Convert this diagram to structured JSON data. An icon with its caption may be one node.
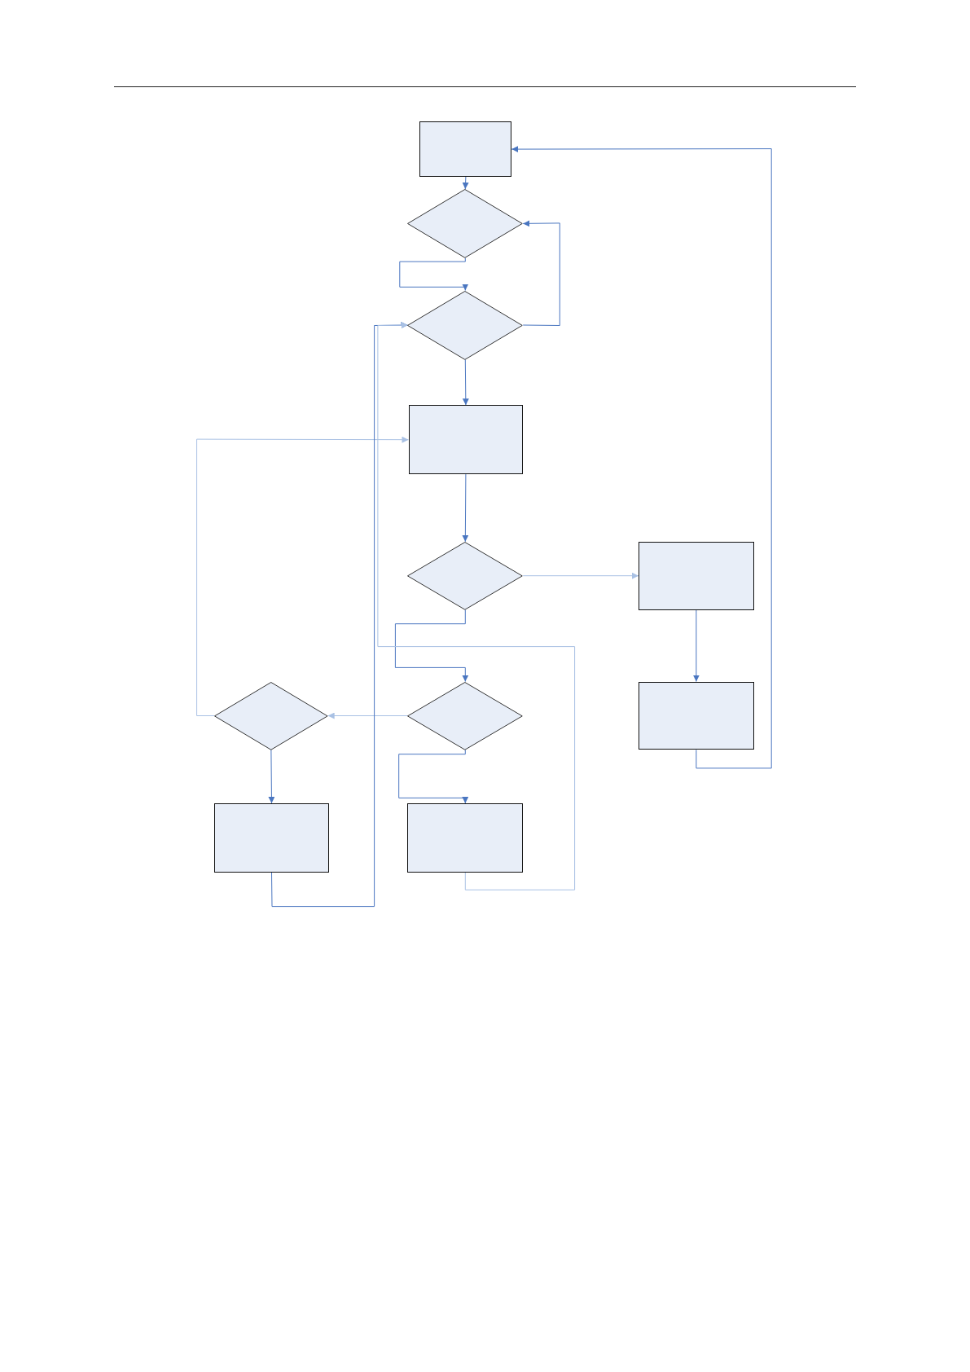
{
  "diagram": {
    "nodes": [
      {
        "text": [],
        "shape": "box"
      },
      {
        "text": [],
        "shape": "diamond"
      },
      {
        "text": [],
        "shape": "diamond"
      },
      {
        "text": [],
        "shape": "box"
      },
      {
        "text": [],
        "shape": "diamond"
      },
      {
        "text": [],
        "shape": "box"
      },
      {
        "text": [],
        "shape": "diamond"
      },
      {
        "text": [],
        "shape": "diamond"
      },
      {
        "text": [],
        "shape": "box"
      },
      {
        "text": [],
        "shape": "box"
      },
      {
        "text": [],
        "shape": "box"
      }
    ],
    "edges": [
      {
        "from": 0,
        "to": 1,
        "arrow": "to"
      },
      {
        "from": 1,
        "to": 2,
        "arrow": "to"
      },
      {
        "from": 2,
        "to": 1,
        "arrow": "to"
      },
      {
        "from": 2,
        "to": 3,
        "arrow": "to"
      },
      {
        "from": 3,
        "to": 4,
        "arrow": "to"
      },
      {
        "from": 4,
        "to": 5,
        "arrow": "to",
        "color": "#a9c1e4"
      },
      {
        "from": 5,
        "to": 8,
        "arrow": "to"
      },
      {
        "from": 8,
        "to": 0,
        "arrow": "to"
      },
      {
        "from": 4,
        "to": 7,
        "arrow": "to"
      },
      {
        "from": 7,
        "to": 6,
        "arrow": "to",
        "color": "#a9c1e4"
      },
      {
        "from": 6,
        "to": 3,
        "arrow": "to",
        "color": "#a9c1e4"
      },
      {
        "from": 6,
        "to": 9,
        "arrow": "to"
      },
      {
        "from": 9,
        "to": 2,
        "arrow": "to"
      },
      {
        "from": 7,
        "to": 10,
        "arrow": "to"
      },
      {
        "from": 10,
        "to": 2,
        "arrow": "to",
        "color": "#a9c1e4"
      }
    ]
  }
}
